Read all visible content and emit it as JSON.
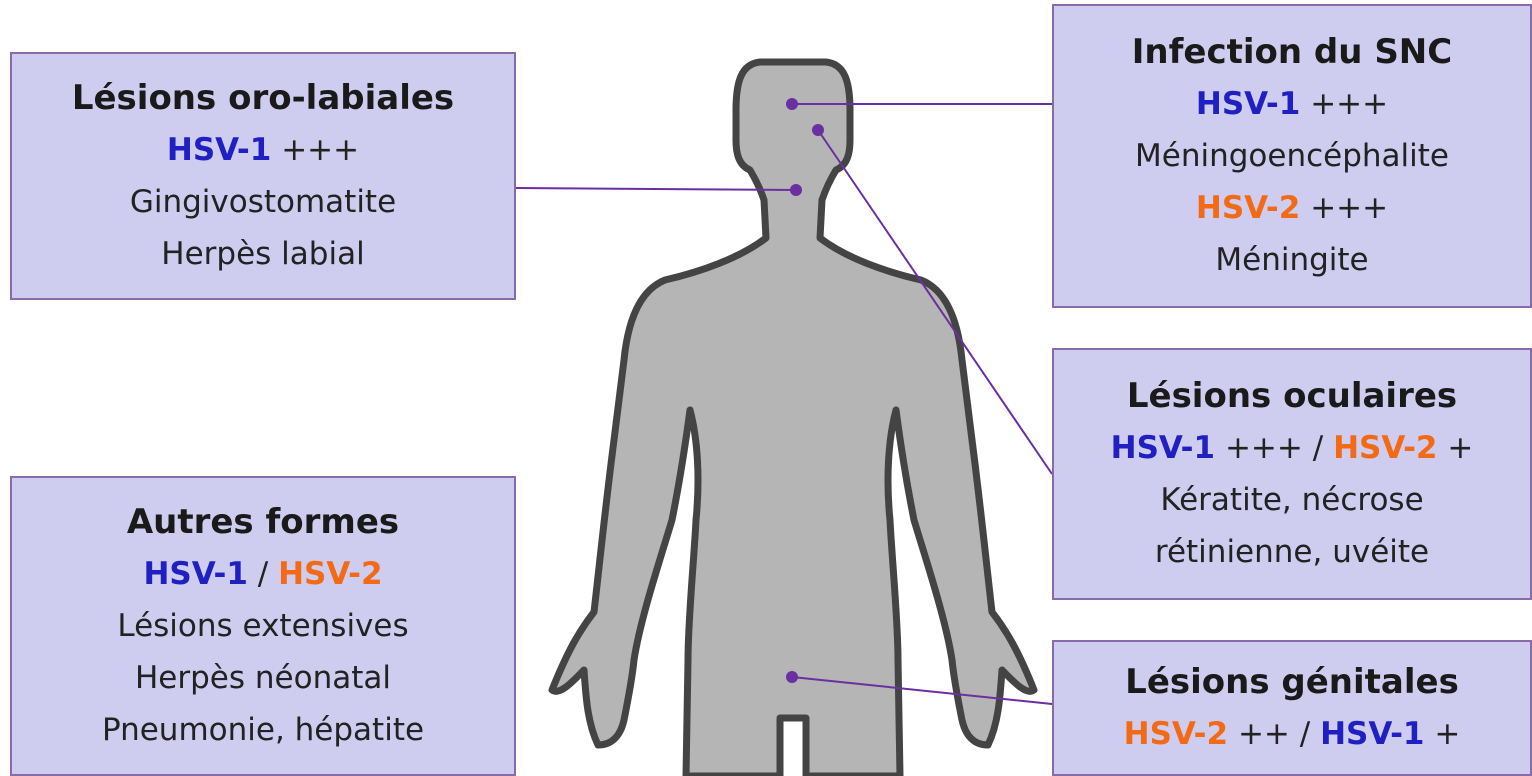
{
  "colors": {
    "hsv1": "#1f1fc2",
    "hsv2": "#f36a16",
    "box_fill": "#cfcdef",
    "box_border": "#8a6aa9",
    "silhouette": "#b5b5b5",
    "connector": "#6a2fa0"
  },
  "boxes": {
    "oro": {
      "title": "Lésions oro-labiales",
      "hsv1": "HSV-1",
      "hsv1_level": "+++",
      "line1": "Gingivostomatite",
      "line2": "Herpès labial"
    },
    "snc": {
      "title": "Infection du SNC",
      "hsv1": "HSV-1",
      "hsv1_level": "+++",
      "line1": "Méningoencéphalite",
      "hsv2": "HSV-2",
      "hsv2_level": "+++",
      "line2": "Méningite"
    },
    "ocul": {
      "title": "Lésions oculaires",
      "hsv1": "HSV-1",
      "hsv1_level": "+++",
      "sep": "/",
      "hsv2": "HSV-2",
      "hsv2_level": "+",
      "line1": "Kératite, nécrose",
      "line2": "rétinienne, uvéite"
    },
    "autres": {
      "title": "Autres formes",
      "hsv1": "HSV-1",
      "sep": "/",
      "hsv2": "HSV-2",
      "line1": "Lésions extensives",
      "line2": "Herpès néonatal",
      "line3": "Pneumonie, hépatite"
    },
    "genit": {
      "title": "Lésions génitales",
      "hsv2": "HSV-2",
      "hsv2_level": "++",
      "sep": "/",
      "hsv1": "HSV-1",
      "hsv1_level": "+"
    }
  }
}
